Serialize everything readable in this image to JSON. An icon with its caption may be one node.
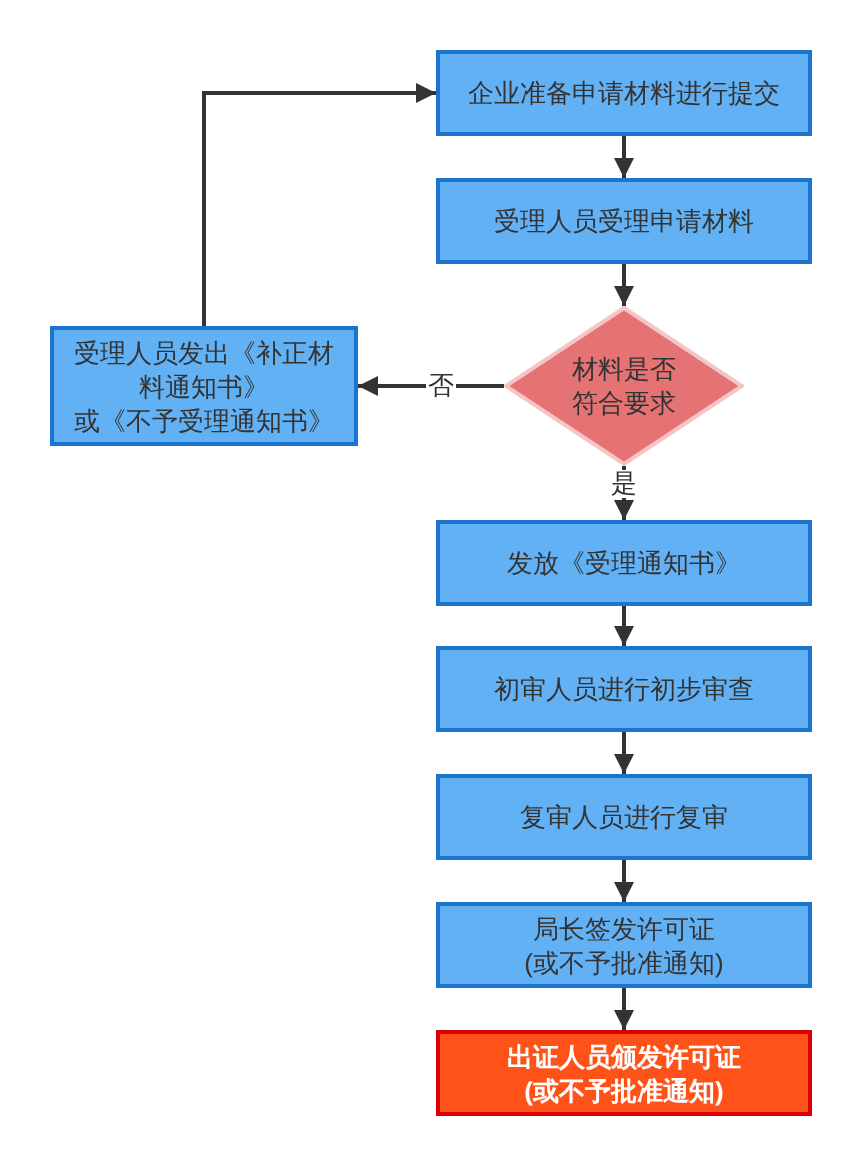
{
  "diagram": {
    "nodes": [
      {
        "text": [
          "企业准备申请材料进行提交"
        ]
      },
      {
        "text": [
          "受理人员受理申请材料"
        ]
      },
      {
        "text": [
          "材料是否符合要求"
        ]
      },
      {
        "text": [
          "受理人员发出《补正材料通知书》",
          "或《不予受理通知书》"
        ]
      },
      {
        "text": [
          "发放《受理通知书》"
        ]
      },
      {
        "text": [
          "初审人员进行初步审查"
        ]
      },
      {
        "text": [
          "复审人员进行复审"
        ]
      },
      {
        "text": [
          "局长签发许可证(或不予批准通知)"
        ]
      },
      {
        "text": [
          "出证人员颁发许可证(或不予批准通知)"
        ]
      }
    ],
    "edges": [
      {
        "from": 0,
        "to": 1,
        "arrow": "to"
      },
      {
        "from": 1,
        "to": 2,
        "arrow": "to"
      },
      {
        "from": 2,
        "to": 3,
        "arrow": "to",
        "label": "否"
      },
      {
        "from": 3,
        "to": 0,
        "arrow": "to"
      },
      {
        "from": 2,
        "to": 4,
        "arrow": "to",
        "label": "是"
      },
      {
        "from": 4,
        "to": 5,
        "arrow": "to"
      },
      {
        "from": 5,
        "to": 6,
        "arrow": "to"
      },
      {
        "from": 6,
        "to": 7,
        "arrow": "to"
      },
      {
        "from": 7,
        "to": 8,
        "arrow": "to"
      }
    ]
  }
}
